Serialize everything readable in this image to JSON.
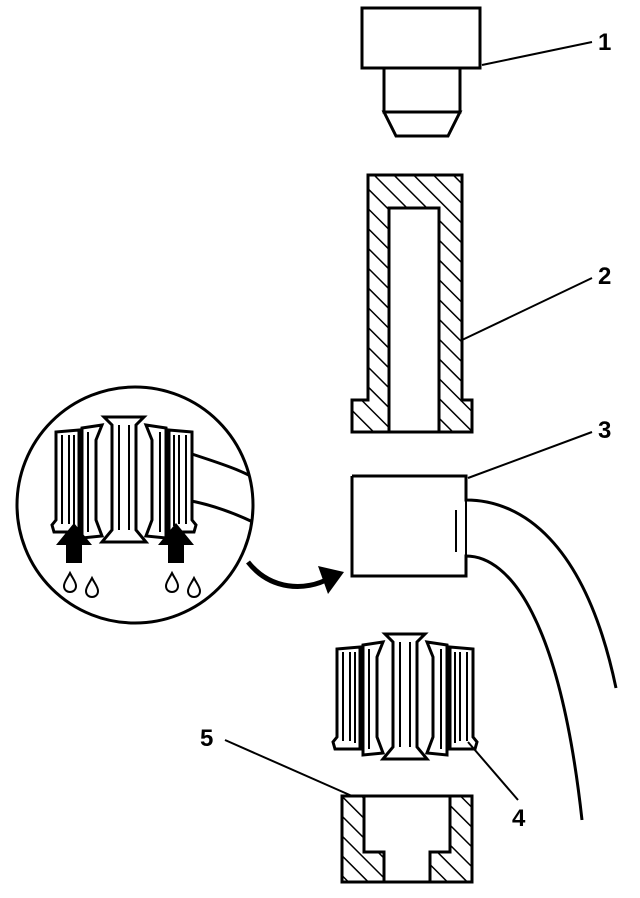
{
  "callouts": {
    "c1": "1",
    "c2": "2",
    "c3": "3",
    "c4": "4",
    "c5": "5"
  },
  "colors": {
    "ink": "#000000",
    "paper": "#ffffff"
  },
  "icons": {
    "flow_arrow": "curved-arrow-icon",
    "pressure_arrows": "up-arrow-icon",
    "drops": "droplet-icon"
  }
}
